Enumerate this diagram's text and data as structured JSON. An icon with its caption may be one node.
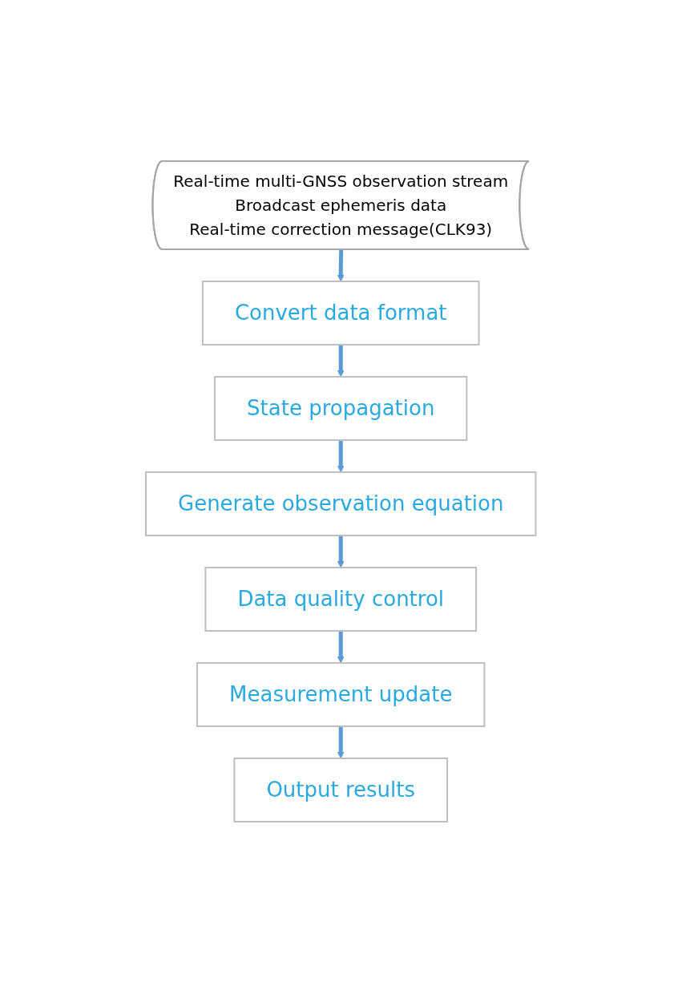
{
  "diagram": {
    "nodes": [
      {
        "text": [
          "Real-time multi-GNSS observation stream",
          "Broadcast ephemeris data",
          "Real-time correction message(CLK93)"
        ]
      },
      {
        "text": [
          "Convert data format"
        ]
      },
      {
        "text": [
          "State propagation"
        ]
      },
      {
        "text": [
          "Generate observation equation"
        ]
      },
      {
        "text": [
          "Data quality control"
        ]
      },
      {
        "text": [
          "Measurement update"
        ]
      },
      {
        "text": [
          "Output results"
        ]
      }
    ],
    "edges": [
      {
        "from": 0,
        "to": 1,
        "arrow": "to"
      },
      {
        "from": 1,
        "to": 2,
        "arrow": "to"
      },
      {
        "from": 2,
        "to": 3,
        "arrow": "to"
      },
      {
        "from": 3,
        "to": 4,
        "arrow": "to"
      },
      {
        "from": 4,
        "to": 5,
        "arrow": "to"
      },
      {
        "from": 5,
        "to": 6,
        "arrow": "to"
      }
    ]
  }
}
